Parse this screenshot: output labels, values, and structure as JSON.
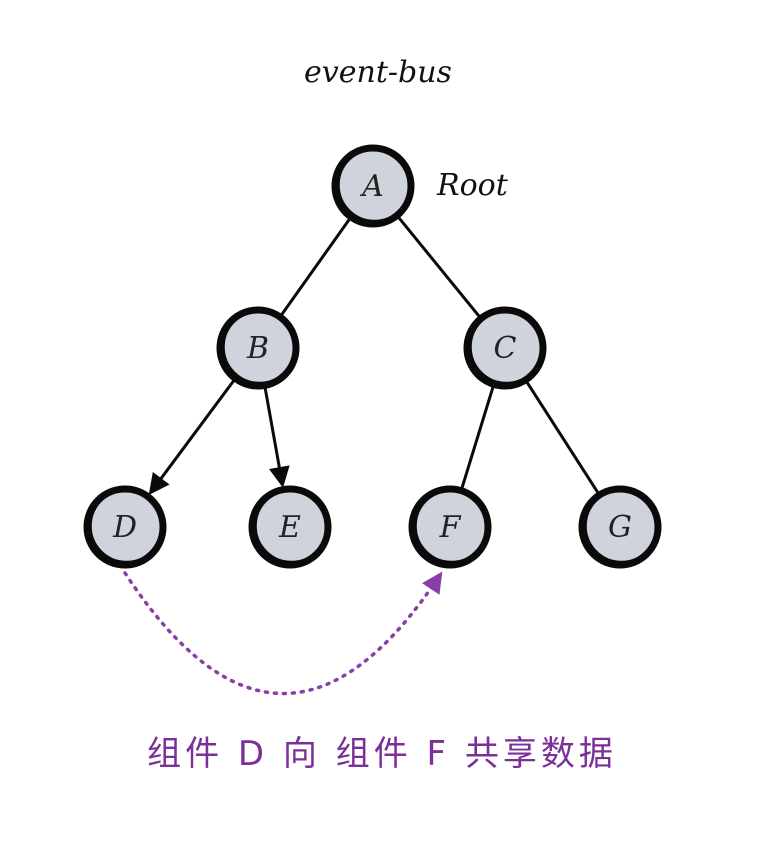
{
  "title": "event-bus",
  "root_label": "Root",
  "caption": "组件 D 向 组件 F 共享数据",
  "colors": {
    "node_fill": "#cfd3dc",
    "node_stroke": "#0a0a0a",
    "edge": "#0a0a0a",
    "share_arrow": "#8a3ea8",
    "caption": "#7b2f98"
  },
  "nodes": [
    {
      "id": "A",
      "label": "A"
    },
    {
      "id": "B",
      "label": "B"
    },
    {
      "id": "C",
      "label": "C"
    },
    {
      "id": "D",
      "label": "D"
    },
    {
      "id": "E",
      "label": "E"
    },
    {
      "id": "F",
      "label": "F"
    },
    {
      "id": "G",
      "label": "G"
    }
  ],
  "edges": [
    {
      "from": "A",
      "to": "B",
      "arrow": false
    },
    {
      "from": "A",
      "to": "C",
      "arrow": false
    },
    {
      "from": "B",
      "to": "D",
      "arrow": true
    },
    {
      "from": "B",
      "to": "E",
      "arrow": true
    },
    {
      "from": "C",
      "to": "F",
      "arrow": false
    },
    {
      "from": "C",
      "to": "G",
      "arrow": false
    }
  ],
  "share": {
    "from": "D",
    "to": "F",
    "style": "dotted"
  }
}
